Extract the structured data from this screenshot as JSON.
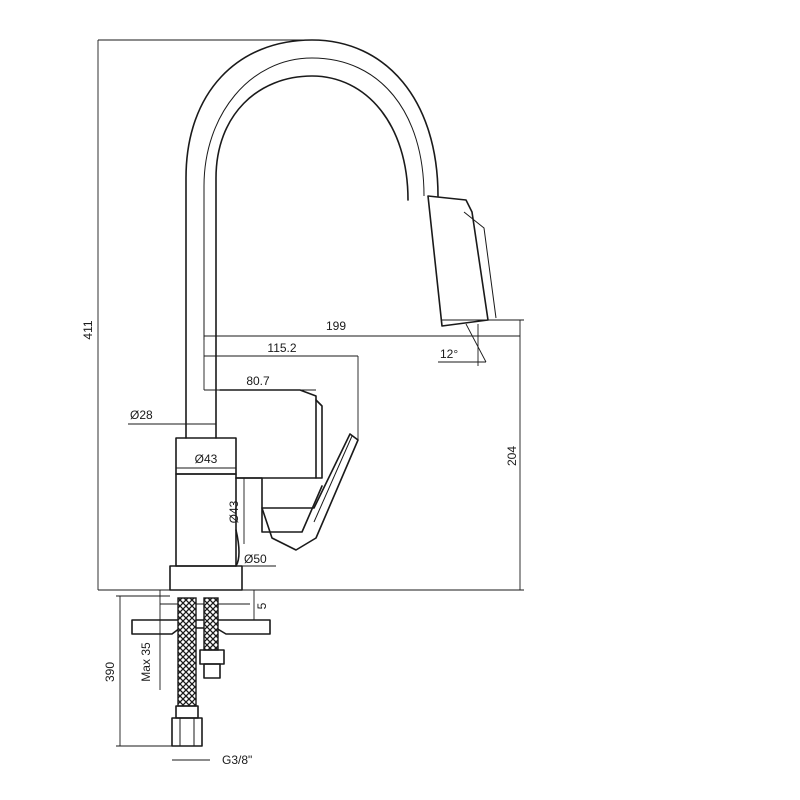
{
  "dimensions": {
    "total_height": "411",
    "spout_reach": "199",
    "reach_to_handle": "115.2",
    "lever_offset": "80.7",
    "pipe_diameter": "Ø28",
    "body_diameter_top": "Ø43",
    "body_diameter_side": "Ø43",
    "base_diameter": "Ø50",
    "spout_outlet_height": "204",
    "base_ring_height": "5",
    "hose_length": "390",
    "max_deck_thickness": "Max 35",
    "connector_thread": "G3/8\"",
    "spray_angle": "12°"
  }
}
